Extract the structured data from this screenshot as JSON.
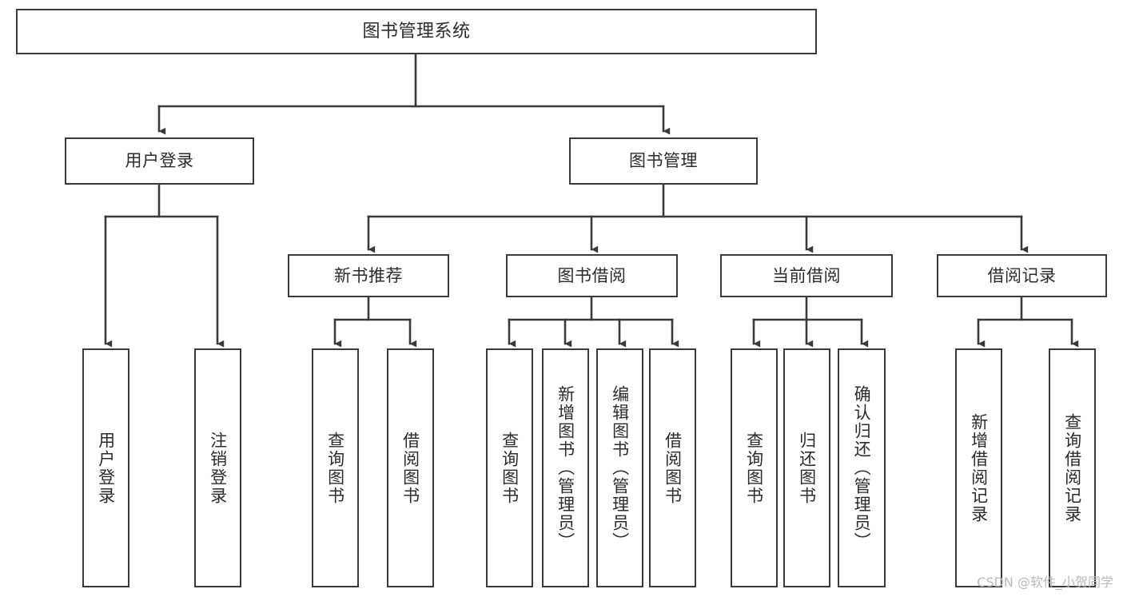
{
  "diagram": {
    "type": "tree-hierarchy",
    "title": "图书管理系统",
    "style": {
      "background": "#ffffff",
      "box_border": "#3a3a3a",
      "box_fill": "#ffffff",
      "text": "#2b2b2b",
      "edge": "#3a3a3a",
      "watermark": "#b9b9b9"
    },
    "levels": {
      "root": {
        "label": "图书管理系统"
      },
      "level1": [
        {
          "label": "用户登录"
        },
        {
          "label": "图书管理"
        }
      ],
      "level2": [
        {
          "label": "新书推荐"
        },
        {
          "label": "图书借阅"
        },
        {
          "label": "当前借阅"
        },
        {
          "label": "借阅记录"
        }
      ],
      "leaves": {
        "user_login": [
          {
            "label": "用户登录"
          },
          {
            "label": "注销登录"
          }
        ],
        "new_book_recommend": [
          {
            "label": "查询图书"
          },
          {
            "label": "借阅图书"
          }
        ],
        "book_borrow": [
          {
            "label": "查询图书"
          },
          {
            "label": "新增图书（管理员）"
          },
          {
            "label": "编辑图书（管理员）"
          },
          {
            "label": "借阅图书"
          }
        ],
        "current_borrow": [
          {
            "label": "查询图书"
          },
          {
            "label": "归还图书"
          },
          {
            "label": "确认归还（管理员）"
          }
        ],
        "borrow_record": [
          {
            "label": "新增借阅记录"
          },
          {
            "label": "查询借阅记录"
          }
        ]
      }
    },
    "watermark": "CSDN @软件_小贺同学"
  }
}
